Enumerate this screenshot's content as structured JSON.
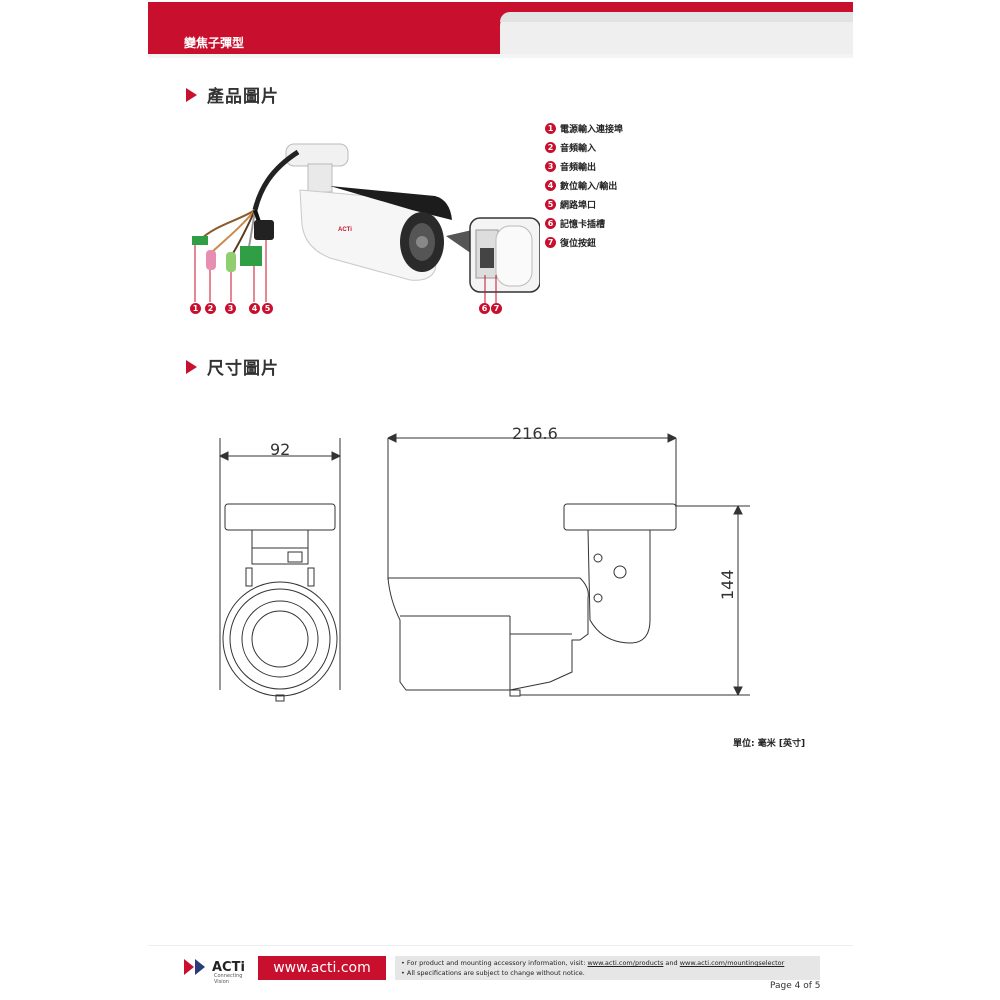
{
  "header": {
    "title": "變焦子彈型",
    "brand_color": "#c8102e"
  },
  "sections": {
    "product_images": "產品圖片",
    "dimensions": "尺寸圖片"
  },
  "legend": [
    {
      "num": "1",
      "label": "電源輸入連接埠"
    },
    {
      "num": "2",
      "label": "音頻輸入"
    },
    {
      "num": "3",
      "label": "音頻輸出"
    },
    {
      "num": "4",
      "label": "數位輸入/輸出"
    },
    {
      "num": "5",
      "label": "網路埠口"
    },
    {
      "num": "6",
      "label": "記憶卡插槽"
    },
    {
      "num": "7",
      "label": "復位按鈕"
    }
  ],
  "markers": [
    "1",
    "2",
    "3",
    "4",
    "5",
    "6",
    "7"
  ],
  "camera_brand_mark": "ACTi",
  "dimensions": {
    "width_front": "92",
    "length_side": "216.6",
    "height_side": "144",
    "unit_note": "單位: 毫米 [英寸]"
  },
  "footer": {
    "logo_name": "ACTi",
    "logo_tagline": "Connecting Vision",
    "website": "www.acti.com",
    "note_line1_prefix": "• For product and mounting accessory information, visit:",
    "note_link1": "www.acti.com/products",
    "note_and": "and",
    "note_link2": "www.acti.com/mountingselector",
    "note_line2": "• All specifications are subject to change without notice.",
    "page": "Page 4 of 5"
  }
}
